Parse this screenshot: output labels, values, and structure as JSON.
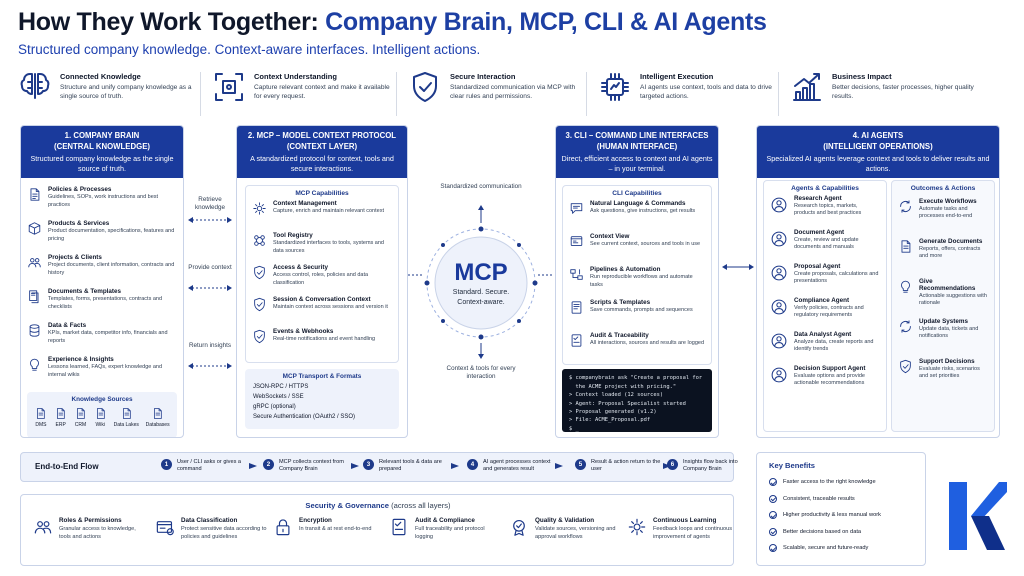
{
  "title_prefix": "How They Work Together: ",
  "title_highlight": "Company Brain, MCP, CLI & AI Agents",
  "subtitle": "Structured company knowledge. Context-aware interfaces. Intelligent actions.",
  "features": [
    {
      "icon": "brain-icon",
      "title": "Connected Knowledge",
      "desc": "Structure and unify company knowledge as a single source of truth."
    },
    {
      "icon": "focus-icon",
      "title": "Context Understanding",
      "desc": "Capture relevant context and make it available for every request."
    },
    {
      "icon": "shield-check-icon",
      "title": "Secure Interaction",
      "desc": "Standardized communication via MCP with clear rules and permissions."
    },
    {
      "icon": "chip-icon",
      "title": "Intelligent Execution",
      "desc": "AI agents use context, tools and data to drive targeted actions."
    },
    {
      "icon": "growth-chart-icon",
      "title": "Business Impact",
      "desc": "Better decisions, faster processes, higher quality results."
    }
  ],
  "brain": {
    "title": "1. COMPANY BRAIN",
    "title2": "(CENTRAL KNOWLEDGE)",
    "desc": "Structured company knowledge as the single source of truth.",
    "items": [
      {
        "icon": "document-icon",
        "title": "Policies & Processes",
        "desc": "Guidelines, SOPs, work instructions and best practices"
      },
      {
        "icon": "box-icon",
        "title": "Products & Services",
        "desc": "Product documentation, specifications, features and pricing"
      },
      {
        "icon": "clients-icon",
        "title": "Projects & Clients",
        "desc": "Project documents, client information, contracts and history"
      },
      {
        "icon": "templates-icon",
        "title": "Documents & Templates",
        "desc": "Templates, forms, presentations, contracts and checklists"
      },
      {
        "icon": "data-icon",
        "title": "Data & Facts",
        "desc": "KPIs, market data, competitor info, financials and reports"
      },
      {
        "icon": "insights-icon",
        "title": "Experience & Insights",
        "desc": "Lessons learned, FAQs, expert knowledge and internal wikis"
      }
    ],
    "sources_title": "Knowledge Sources",
    "sources": [
      "DMS",
      "ERP",
      "CRM",
      "Wiki",
      "Data Lakes",
      "Databases"
    ]
  },
  "arrows_left": [
    "Retrieve knowledge",
    "Provide context",
    "Return insights"
  ],
  "mcp": {
    "title": "2. MCP – MODEL CONTEXT PROTOCOL",
    "title2": "(CONTEXT LAYER)",
    "desc": "A standardized protocol for context, tools and secure interactions.",
    "cap_title": "MCP Capabilities",
    "caps": [
      {
        "icon": "gear-icon",
        "title": "Context Management",
        "desc": "Capture, enrich and maintain relevant context"
      },
      {
        "icon": "registry-icon",
        "title": "Tool Registry",
        "desc": "Standardized interfaces to tools, systems and data sources"
      },
      {
        "icon": "lock-shield-icon",
        "title": "Access & Security",
        "desc": "Access control, roles, policies and data classification"
      },
      {
        "icon": "session-icon",
        "title": "Session & Conversation Context",
        "desc": "Maintain context across sessions and version it"
      },
      {
        "icon": "events-icon",
        "title": "Events & Webhooks",
        "desc": "Real-time notifications and event handling"
      }
    ],
    "transport_title": "MCP Transport & Formats",
    "transport": [
      "JSON-RPC / HTTPS",
      "WebSockets / SSE",
      "gRPC (optional)",
      "Secure Authentication (OAuth2 / SSO)"
    ]
  },
  "hub": {
    "label": "MCP",
    "sub1": "Standard. Secure.",
    "sub2": "Context-aware.",
    "top": "Standardized communication",
    "bottom": "Context & tools for every interaction"
  },
  "cli": {
    "title": "3. CLI – COMMAND LINE INTERFACES",
    "title2": "(HUMAN INTERFACE)",
    "desc": "Direct, efficient access to context and AI agents – in your terminal.",
    "cap_title": "CLI Capabilities",
    "caps": [
      {
        "icon": "chat-icon",
        "title": "Natural Language & Commands",
        "desc": "Ask questions, give instructions, get results"
      },
      {
        "icon": "context-view-icon",
        "title": "Context View",
        "desc": "See current context, sources and tools in use"
      },
      {
        "icon": "pipeline-icon",
        "title": "Pipelines & Automation",
        "desc": "Run reproducible workflows and automate tasks"
      },
      {
        "icon": "scripts-icon",
        "title": "Scripts & Templates",
        "desc": "Save commands, prompts and sequences"
      },
      {
        "icon": "audit-icon",
        "title": "Audit & Traceability",
        "desc": "All interactions, sources and results are logged"
      }
    ],
    "terminal": [
      "$ companybrain ask \"Create a proposal for",
      "  the ACME project with pricing.\"",
      "> Context loaded (12 sources)",
      "> Agent: Proposal Specialist started",
      "> Proposal generated (v1.2)",
      "> File: ACME_Proposal.pdf",
      "$ _"
    ]
  },
  "agents": {
    "title": "4. AI AGENTS",
    "title2": "(INTELLIGENT OPERATIONS)",
    "desc": "Specialized AI agents leverage context and tools to deliver results and actions.",
    "cap_title": "Agents & Capabilities",
    "out_title": "Outcomes & Actions",
    "agents": [
      {
        "title": "Research Agent",
        "desc": "Research topics, markets, products and best practices"
      },
      {
        "title": "Document Agent",
        "desc": "Create, review and update documents and manuals"
      },
      {
        "title": "Proposal Agent",
        "desc": "Create proposals, calculations and presentations"
      },
      {
        "title": "Compliance Agent",
        "desc": "Verify policies, contracts and regulatory requirements"
      },
      {
        "title": "Data Analyst Agent",
        "desc": "Analyze data, create reports and identify trends"
      },
      {
        "title": "Decision Support Agent",
        "desc": "Evaluate options and provide actionable recommendations"
      }
    ],
    "outcomes": [
      {
        "icon": "workflow-icon",
        "title": "Execute Workflows",
        "desc": "Automate tasks and processes end-to-end"
      },
      {
        "icon": "generate-docs-icon",
        "title": "Generate Documents",
        "desc": "Reports, offers, contracts and more"
      },
      {
        "icon": "recommend-icon",
        "title": "Give Recommendations",
        "desc": "Actionable suggestions with rationale"
      },
      {
        "icon": "refresh-icon",
        "title": "Update Systems",
        "desc": "Update data, tickets and notifications"
      },
      {
        "icon": "decision-icon",
        "title": "Support Decisions",
        "desc": "Evaluate risks, scenarios and set priorities"
      }
    ]
  },
  "flow": {
    "title": "End-to-End Flow",
    "steps": [
      {
        "n": "1",
        "text": "User / CLI asks or gives a command"
      },
      {
        "n": "2",
        "text": "MCP collects context from Company Brain"
      },
      {
        "n": "3",
        "text": "Relevant tools & data are prepared"
      },
      {
        "n": "4",
        "text": "AI agent processes context and generates result"
      },
      {
        "n": "5",
        "text": "Result & action return to the user"
      },
      {
        "n": "6",
        "text": "Insights flow back into Company Brain"
      }
    ]
  },
  "security": {
    "title": "Security & Governance",
    "title_suffix": " (across all layers)",
    "items": [
      {
        "icon": "roles-icon",
        "title": "Roles & Permissions",
        "desc": "Granular access to knowledge, tools and actions"
      },
      {
        "icon": "classification-icon",
        "title": "Data Classification",
        "desc": "Protect sensitive data according to policies and guidelines"
      },
      {
        "icon": "lock-icon",
        "title": "Encryption",
        "desc": "In transit & at rest end-to-end"
      },
      {
        "icon": "compliance-icon",
        "title": "Audit & Compliance",
        "desc": "Full traceability and protocol logging"
      },
      {
        "icon": "validation-icon",
        "title": "Quality & Validation",
        "desc": "Validate sources, versioning and approval workflows"
      },
      {
        "icon": "learning-icon",
        "title": "Continuous Learning",
        "desc": "Feedback loops and continuous improvement of agents"
      }
    ]
  },
  "benefits": {
    "title": "Key Benefits",
    "items": [
      "Faster access to the right knowledge",
      "Consistent, traceable results",
      "Higher productivity & less manual work",
      "Better decisions based on data",
      "Scalable, secure and future-ready"
    ]
  },
  "colors": {
    "navy": "#1a3a9c",
    "accent": "#1d3fa3",
    "logo": "#1f5fe0"
  }
}
